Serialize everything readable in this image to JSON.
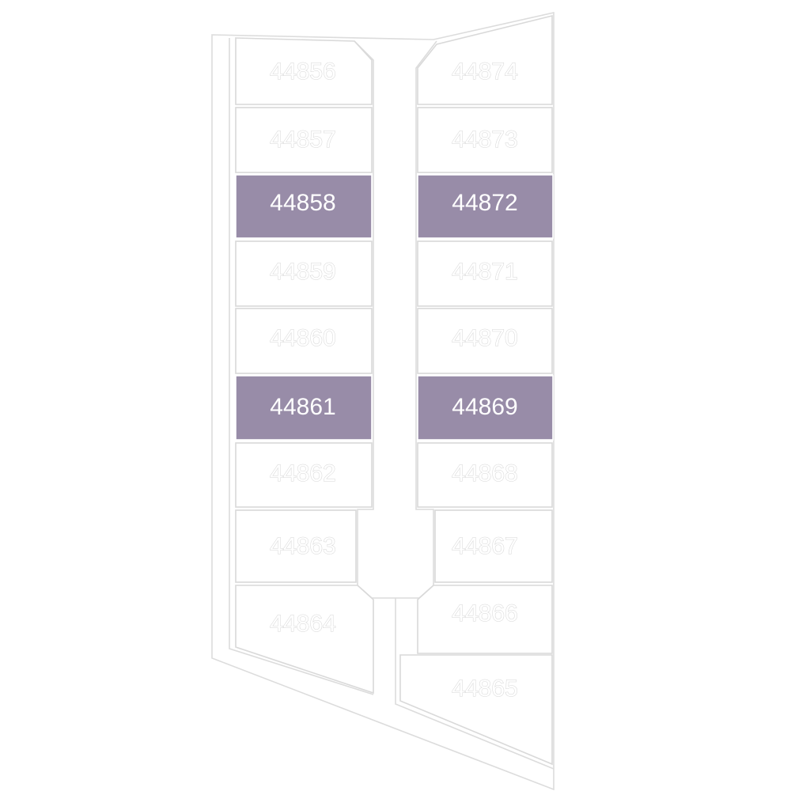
{
  "colors": {
    "highlighted": "#988ca8",
    "available": "#ffffff",
    "outline": "#d9d9d9"
  },
  "lots": [
    {
      "id": "44856",
      "status": "available"
    },
    {
      "id": "44857",
      "status": "available"
    },
    {
      "id": "44858",
      "status": "highlighted"
    },
    {
      "id": "44859",
      "status": "available"
    },
    {
      "id": "44860",
      "status": "available"
    },
    {
      "id": "44861",
      "status": "highlighted"
    },
    {
      "id": "44862",
      "status": "available"
    },
    {
      "id": "44863",
      "status": "available"
    },
    {
      "id": "44864",
      "status": "available"
    },
    {
      "id": "44865",
      "status": "available"
    },
    {
      "id": "44866",
      "status": "available"
    },
    {
      "id": "44867",
      "status": "available"
    },
    {
      "id": "44868",
      "status": "available"
    },
    {
      "id": "44869",
      "status": "highlighted"
    },
    {
      "id": "44870",
      "status": "available"
    },
    {
      "id": "44871",
      "status": "available"
    },
    {
      "id": "44872",
      "status": "highlighted"
    },
    {
      "id": "44873",
      "status": "available"
    },
    {
      "id": "44874",
      "status": "available"
    }
  ]
}
